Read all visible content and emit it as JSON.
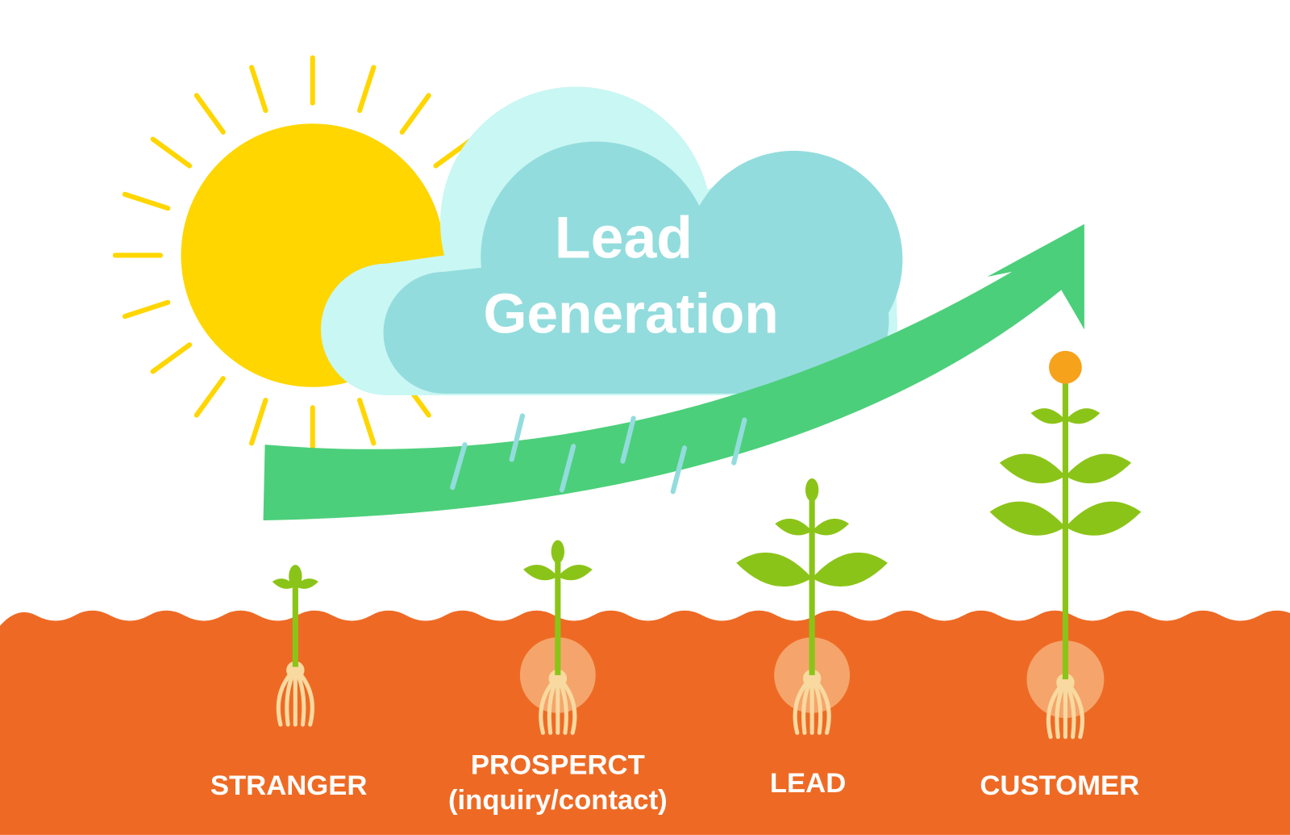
{
  "title": {
    "line1": "Lead",
    "line2": "Generation"
  },
  "stages": [
    {
      "label": "STRANGER"
    },
    {
      "label": "PROSPERCT",
      "sublabel": "(inquiry/contact)"
    },
    {
      "label": "LEAD"
    },
    {
      "label": "CUSTOMER"
    }
  ],
  "colors": {
    "sun": "#FFD600",
    "cloud_outer": "#C9F7F3",
    "cloud_inner": "#93DCDD",
    "arrow": "#4CCF7A",
    "soil": "#EE6A24",
    "plant": "#8BC418",
    "root_glow": "#F5A56B",
    "root": "#F8D9A0",
    "flower": "#F7A21B"
  }
}
